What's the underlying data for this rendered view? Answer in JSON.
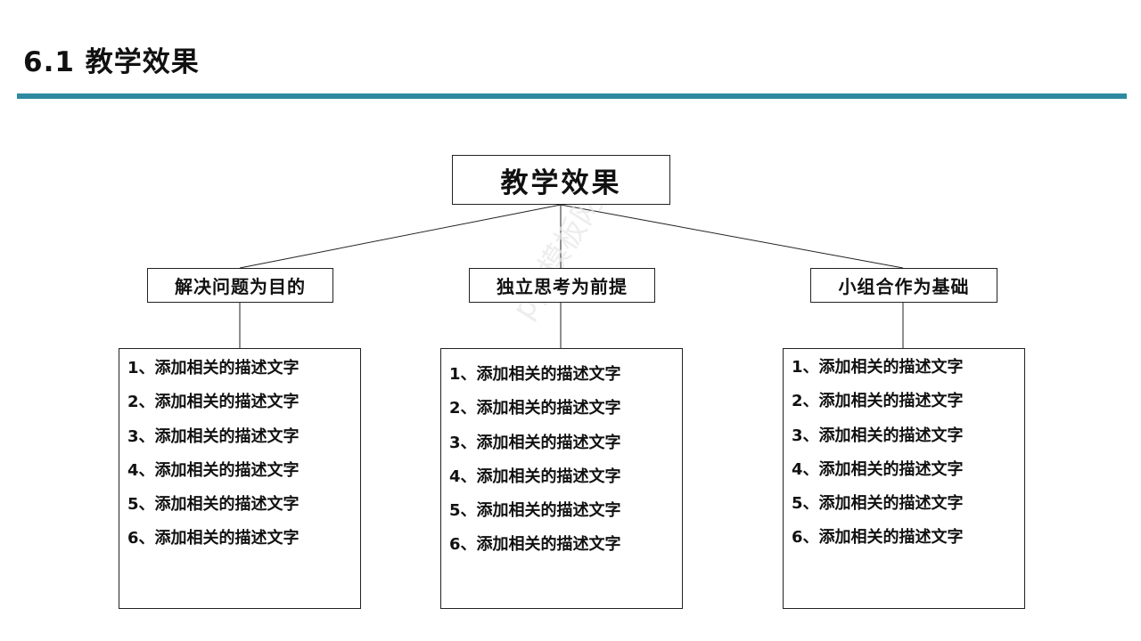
{
  "header": {
    "title": "6.1 教学效果",
    "rule_color": "#2e8aa0"
  },
  "diagram": {
    "root": {
      "label": "教学效果"
    },
    "branches": [
      {
        "label": "解决问题为目的",
        "items": [
          "1、添加相关的描述文字",
          "2、添加相关的描述文字",
          "3、添加相关的描述文字",
          "4、添加相关的描述文字",
          "5、添加相关的描述文字",
          "6、添加相关的描述文字"
        ]
      },
      {
        "label": "独立思考为前提",
        "items": [
          "1、添加相关的描述文字",
          "2、添加相关的描述文字",
          "3、添加相关的描述文字",
          "4、添加相关的描述文字",
          "5、添加相关的描述文字",
          "6、添加相关的描述文字"
        ]
      },
      {
        "label": "小组合作为基础",
        "items": [
          "1、添加相关的描述文字",
          "2、添加相关的描述文字",
          "3、添加相关的描述文字",
          "4、添加相关的描述文字",
          "5、添加相关的描述文字",
          "6、添加相关的描述文字"
        ]
      }
    ]
  },
  "watermark": {
    "text": "ppt模板网"
  }
}
